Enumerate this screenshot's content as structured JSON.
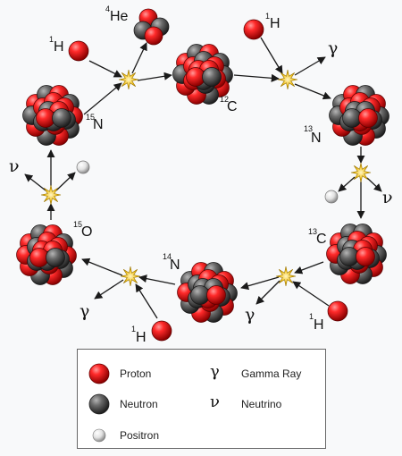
{
  "labels": {
    "c12": {
      "sup": "12",
      "el": "C"
    },
    "n13": {
      "sup": "13",
      "el": "N"
    },
    "c13": {
      "sup": "13",
      "el": "C"
    },
    "n14": {
      "sup": "14",
      "el": "N"
    },
    "o15": {
      "sup": "15",
      "el": "O"
    },
    "n15": {
      "sup": "15",
      "el": "N"
    },
    "he4": {
      "sup": "4",
      "el": "He"
    },
    "h1_top": {
      "sup": "1",
      "el": "H"
    },
    "h1_left": {
      "sup": "1",
      "el": "H"
    },
    "h1_right": {
      "sup": "1",
      "el": "H"
    },
    "h1_bottom": {
      "sup": "1",
      "el": "H"
    }
  },
  "symbols": {
    "gamma": "γ",
    "nu": "ν"
  },
  "legend": {
    "proton": "Proton",
    "neutron": "Neutron",
    "positron": "Positron",
    "gamma_symbol": "γ",
    "gamma_label": "Gamma Ray",
    "nu_symbol": "ν",
    "nu_label": "Neutrino"
  },
  "colors": {
    "proton": "#e8141b",
    "neutron": "#555555",
    "positron": "#dcdcdc",
    "burst": "#f0c419",
    "background": "#f8f9fa"
  }
}
